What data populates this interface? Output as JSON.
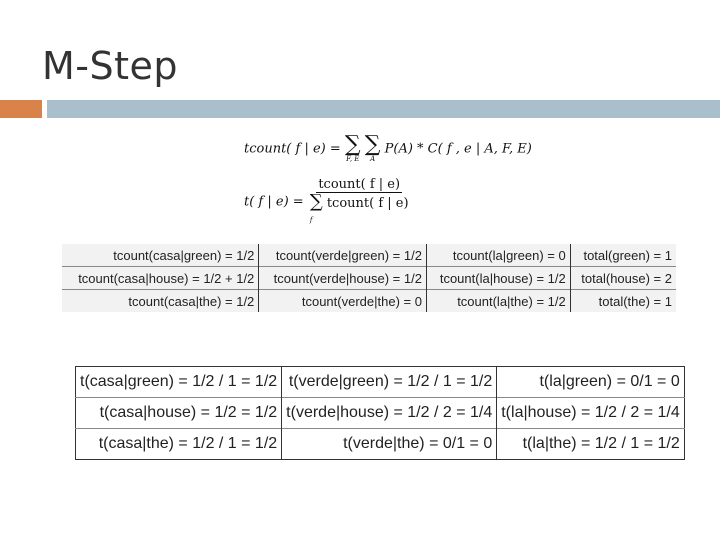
{
  "slide": {
    "title": "M-Step"
  },
  "formulas": {
    "tcount_lhs": "tcount( f | e) =",
    "tcount_sum1_sub": "F, E",
    "tcount_sum2_sub": "A",
    "tcount_rhs": "P(A) * C( f , e | A, F, E)",
    "t_lhs": "t( f | e) =",
    "t_num": "tcount( f | e)",
    "t_den": "tcount( f | e)",
    "t_den_sub": "f"
  },
  "tcount_table": {
    "rows": [
      [
        "tcount(casa|green)  =  1/2",
        "tcount(verde|green)  =  1/2",
        "tcount(la|green)  =  0",
        "total(green)  =  1"
      ],
      [
        "tcount(casa|house)  =  1/2 + 1/2",
        "tcount(verde|house)  =  1/2",
        "tcount(la|house)  =  1/2",
        "total(house)  =  2"
      ],
      [
        "tcount(casa|the)  =  1/2",
        "tcount(verde|the)  =  0",
        "tcount(la|the)  =  1/2",
        "total(the)  =  1"
      ]
    ]
  },
  "t_table": {
    "rows": [
      [
        "t(casa|green)  =  1/2 / 1 = 1/2",
        "t(verde|green)  =  1/2 / 1 = 1/2",
        "t(la|green)  =  0/1 = 0"
      ],
      [
        "t(casa|house)  =  1/2 = 1/2",
        "t(verde|house)  =  1/2 / 2 = 1/4",
        "t(la|house)  =  1/2 / 2 = 1/4"
      ],
      [
        "t(casa|the)  =  1/2 / 1 = 1/2",
        "t(verde|the)  =  0/1 = 0",
        "t(la|the)  =  1/2 / 1 = 1/2"
      ]
    ]
  },
  "colors": {
    "orange_bar": "#d9824a",
    "blue_bar": "#a9bfcc"
  }
}
